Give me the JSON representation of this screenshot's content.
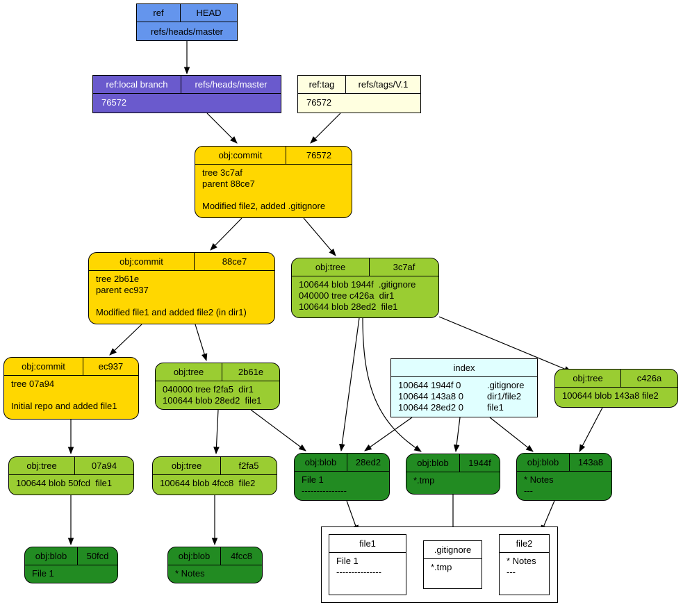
{
  "nodes": {
    "head": {
      "label_a": "ref",
      "label_b": "HEAD",
      "body": "refs/heads/master"
    },
    "master": {
      "label_a": "ref:local branch",
      "label_b": "refs/heads/master",
      "body": "76572"
    },
    "tag": {
      "label_a": "ref:tag",
      "label_b": "refs/tags/V.1",
      "body": "76572"
    },
    "commit1": {
      "label_a": "obj:commit",
      "label_b": "76572",
      "body": "tree 3c7af\nparent 88ce7\n\nModified file2, added .gitignore"
    },
    "commit2": {
      "label_a": "obj:commit",
      "label_b": "88ce7",
      "body": "tree 2b61e\nparent ec937\n\nModified file1 and added file2 (in dir1)"
    },
    "tree1": {
      "label_a": "obj:tree",
      "label_b": "3c7af",
      "body": "100644 blob 1944f  .gitignore\n040000 tree c426a  dir1\n100644 blob 28ed2  file1"
    },
    "commit3": {
      "label_a": "obj:commit",
      "label_b": "ec937",
      "body": "tree 07a94\n\nInitial repo and added file1"
    },
    "tree2": {
      "label_a": "obj:tree",
      "label_b": "2b61e",
      "body": "040000 tree f2fa5  dir1\n100644 blob 28ed2  file1"
    },
    "index": {
      "title": "index",
      "rows": [
        {
          "entry": "100644 1944f 0",
          "path": ".gitignore"
        },
        {
          "entry": "100644 143a8 0",
          "path": "dir1/file2"
        },
        {
          "entry": "100644 28ed2 0",
          "path": "file1"
        }
      ]
    },
    "tree3": {
      "label_a": "obj:tree",
      "label_b": "c426a",
      "body": "100644 blob 143a8 file2"
    },
    "tree4": {
      "label_a": "obj:tree",
      "label_b": "07a94",
      "body": "100644 blob 50fcd  file1"
    },
    "tree5": {
      "label_a": "obj:tree",
      "label_b": "f2fa5",
      "body": "100644 blob 4fcc8  file2"
    },
    "blob1": {
      "label_a": "obj:blob",
      "label_b": "28ed2",
      "body": "File 1\n---------------"
    },
    "blob2": {
      "label_a": "obj:blob",
      "label_b": "1944f",
      "body": "*.tmp"
    },
    "blob3": {
      "label_a": "obj:blob",
      "label_b": "143a8",
      "body": "* Notes\n---"
    },
    "blob4": {
      "label_a": "obj:blob",
      "label_b": "50fcd",
      "body": "File 1"
    },
    "blob5": {
      "label_a": "obj:blob",
      "label_b": "4fcc8",
      "body": "* Notes"
    },
    "file1": {
      "title": "file1",
      "body": "File 1\n---------------"
    },
    "gitignore": {
      "title": ".gitignore",
      "body": "*.tmp"
    },
    "file2": {
      "title": "file2",
      "body": "* Notes\n---"
    }
  },
  "colors": {
    "ref": "#6495ed",
    "local_branch": "#6a5acd",
    "tag": "#ffffe0",
    "commit": "#ffd700",
    "tree": "#9acd32",
    "blob": "#228b22",
    "index": "#e0ffff"
  }
}
